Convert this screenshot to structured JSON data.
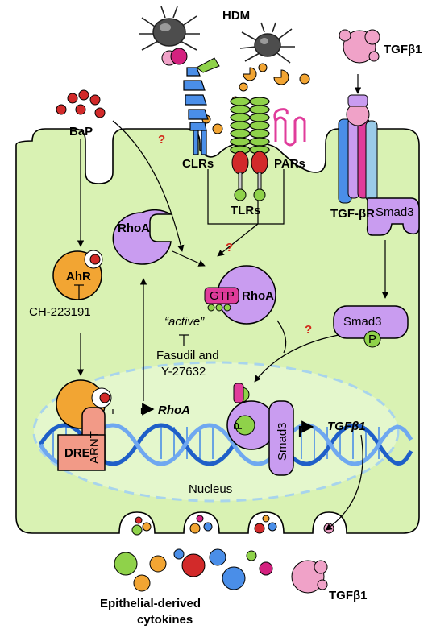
{
  "labels": {
    "hdm": "HDM",
    "tgfb1_top": "TGFβ1",
    "bap": "BaP",
    "clrs": "CLRs",
    "pars": "PARs",
    "tlrs": "TLRs",
    "tgfbr": "TGF-βR",
    "smad3_receptor": "Smad3",
    "rhoa_inactive": "RhoA",
    "ahr": "AhR",
    "ch_inhibitor": "CH-223191",
    "gtp": "GTP",
    "rhoa_active": "RhoA",
    "active": "“active”",
    "fasudil_1": "Fasudil and",
    "fasudil_2": "Y-27632",
    "smad3_p": "Smad3",
    "p_small": "P",
    "dre": "DRE",
    "arnt": "ARNT",
    "rhoa_gene": "RhoA",
    "p_nuclear": "P",
    "smad3_nuclear": "Smad3",
    "tgfb1_gene": "TGFβ1",
    "nucleus": "Nucleus",
    "cytokines_1": "Epithelial-derived",
    "cytokines_2": "cytokines",
    "tgfb1_bottom": "TGFβ1",
    "q": "?"
  },
  "colors": {
    "cell": "#d9f2b3",
    "nucleus_dash": "#a8d4ec",
    "orange": "#f2a533",
    "purple": "#c99cf0",
    "pink": "#f0a2c8",
    "magenta": "#d4217f",
    "red": "#d22a2a",
    "green": "#8fd24a",
    "blue": "#4a8ee8",
    "salmon": "#f29a87",
    "question": "#d22a1a"
  }
}
